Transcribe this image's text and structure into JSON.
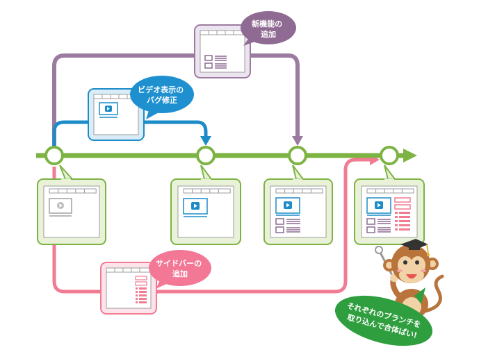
{
  "bubbles": {
    "purple": "新機能の\n追加",
    "blue": "ビデオ表示の\nバグ修正",
    "pink": "サイドバーの\n追加",
    "green": "それぞれのブランチを\n取り込んで合体ぱい!"
  },
  "colors": {
    "main_line": "#7cb342",
    "purple_branch": "#9c7ba0",
    "blue_branch": "#1b8cc8",
    "pink_branch": "#f07b93",
    "card_green_bg": "#e9f2d8",
    "card_green_border": "#7cb342",
    "bubble_purple": "#8f6b93",
    "bubble_blue": "#1e90d0",
    "bubble_pink": "#f27896",
    "bubble_green": "#2e9e3e",
    "monkey_brown": "#b9743c"
  }
}
